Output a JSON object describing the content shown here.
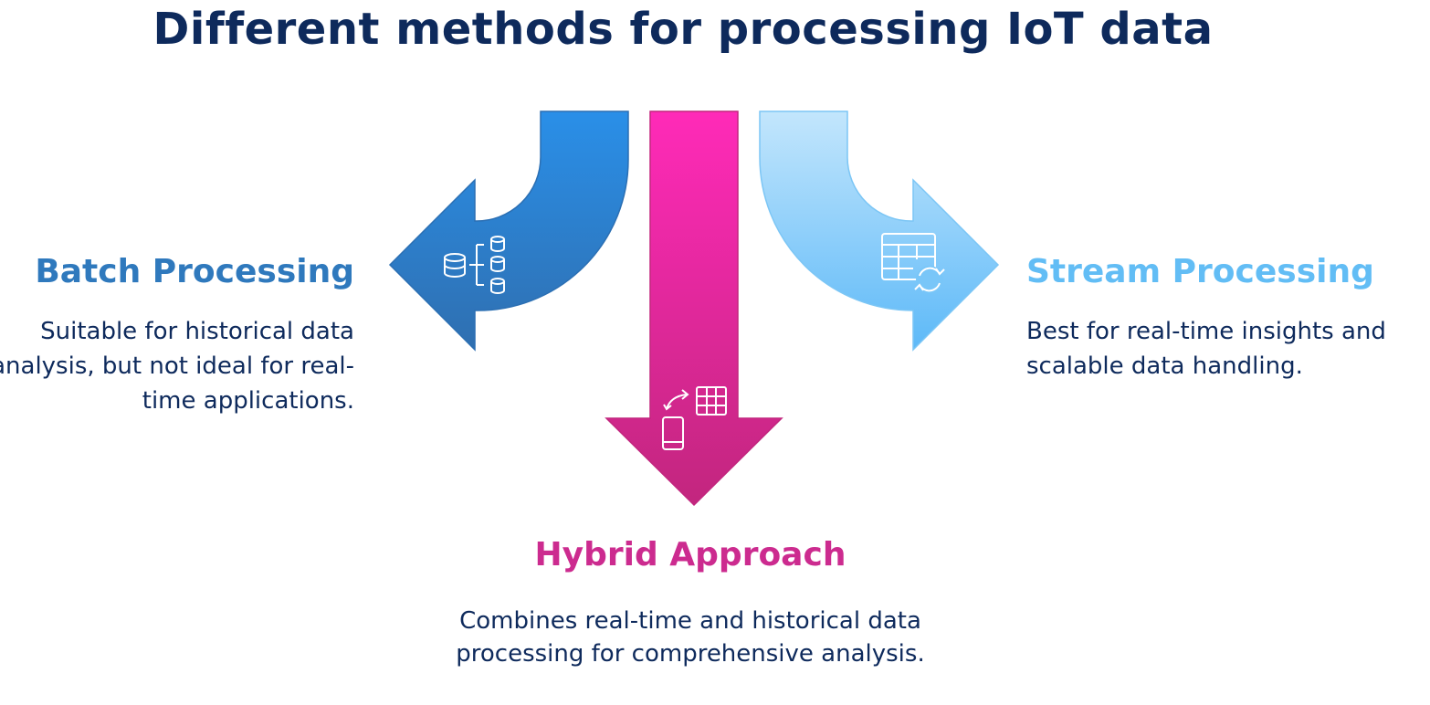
{
  "title": "Different methods for processing IoT data",
  "colors": {
    "title": "#0e2a5c",
    "batch": "#2f79bd",
    "hybrid": "#cc2b8f",
    "stream": "#62bdf5",
    "text": "#0e2a5c"
  },
  "methods": {
    "batch": {
      "name": "Batch Processing",
      "description": "Suitable for historical data analysis, but not ideal for real-time applications.",
      "icon": "database-tree-icon"
    },
    "hybrid": {
      "name": "Hybrid Approach",
      "description": "Combines real-time and historical data processing for comprehensive analysis.",
      "icon": "device-sync-table-icon"
    },
    "stream": {
      "name": "Stream Processing",
      "description": "Best for real-time insights and scalable data handling.",
      "icon": "table-refresh-icon"
    }
  }
}
